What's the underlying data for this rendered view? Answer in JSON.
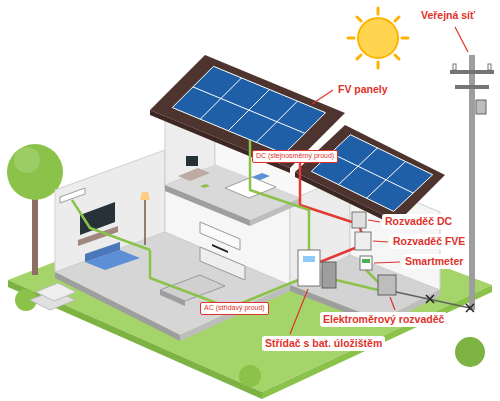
{
  "diagram": {
    "labels": [
      "Veřejná síť",
      "FV panely",
      "DC (stejnosměrný proud)",
      "Rozvaděč DC",
      "Rozvaděč FVE",
      "Smartmeter",
      "AC (střídavý proud)",
      "Elektroměrový rozvaděč",
      "Střídač s bat. úložištěm"
    ]
  }
}
